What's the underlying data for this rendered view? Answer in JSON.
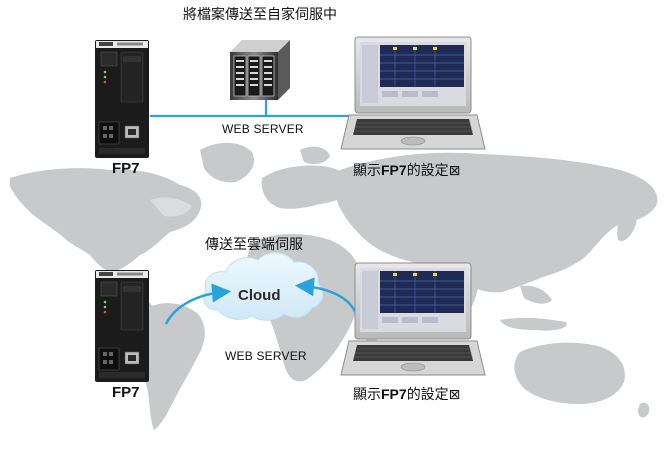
{
  "top": {
    "title": "將檔案傳送至自家伺服中",
    "web_server_label": "WEB SERVER",
    "plc_label": "FP7",
    "pc_label_pre": "顯示",
    "pc_label_bold": "FP7",
    "pc_label_post": "的設定⊠"
  },
  "bottom": {
    "title": "傳送至雲端伺服",
    "cloud_label": "Cloud",
    "web_server_label": "WEB SERVER",
    "plc_label": "FP7",
    "pc_label_pre": "顯示",
    "pc_label_bold": "FP7",
    "pc_label_post": "的設定⊠"
  },
  "colors": {
    "map": "#c7c9cb",
    "connector": "#2aa3dd",
    "cloud_fill": "#dff1fb",
    "plc_body": "#1b1b1b",
    "screen": "#1f2a55"
  }
}
